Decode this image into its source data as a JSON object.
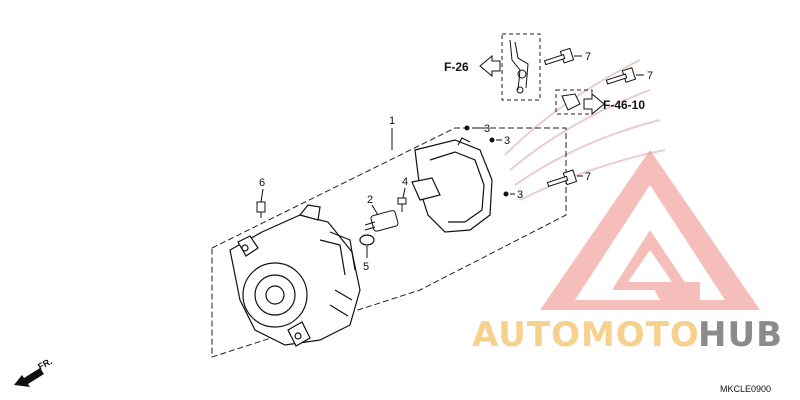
{
  "diagram": {
    "callouts": [
      {
        "id": "1",
        "label": "1"
      },
      {
        "id": "2",
        "label": "2"
      },
      {
        "id": "3a",
        "label": "3"
      },
      {
        "id": "3b",
        "label": "3"
      },
      {
        "id": "3c",
        "label": "3"
      },
      {
        "id": "4",
        "label": "4"
      },
      {
        "id": "5",
        "label": "5"
      },
      {
        "id": "6",
        "label": "6"
      },
      {
        "id": "7a",
        "label": "7"
      },
      {
        "id": "7b",
        "label": "7"
      },
      {
        "id": "7c",
        "label": "7"
      }
    ],
    "references": {
      "left_ref": "F-26",
      "right_ref": "F-46-10"
    },
    "direction_label": "FR.",
    "diagram_code": "MKCLE0900"
  },
  "watermark": {
    "brand_part1": "AUTOMOTO",
    "brand_part2": "HUB",
    "color_primary": "#f08a84",
    "color_secondary": "#f5c97a",
    "color_hub": "#777777"
  }
}
